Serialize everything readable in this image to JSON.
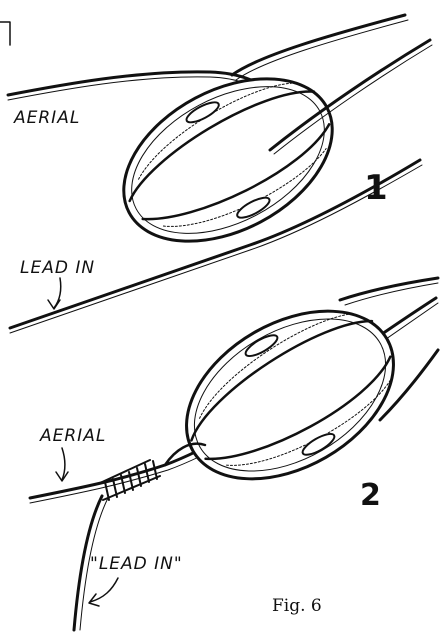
{
  "figure": {
    "caption": "Fig. 6",
    "panel_1": {
      "number": "1",
      "aerial_label": "AERIAL",
      "leadin_label": "LEAD IN"
    },
    "panel_2": {
      "number": "2",
      "aerial_label": "AERIAL",
      "leadin_label": "\"LEAD IN\""
    },
    "ink_color": "#111111",
    "background_color": "#ffffff"
  }
}
